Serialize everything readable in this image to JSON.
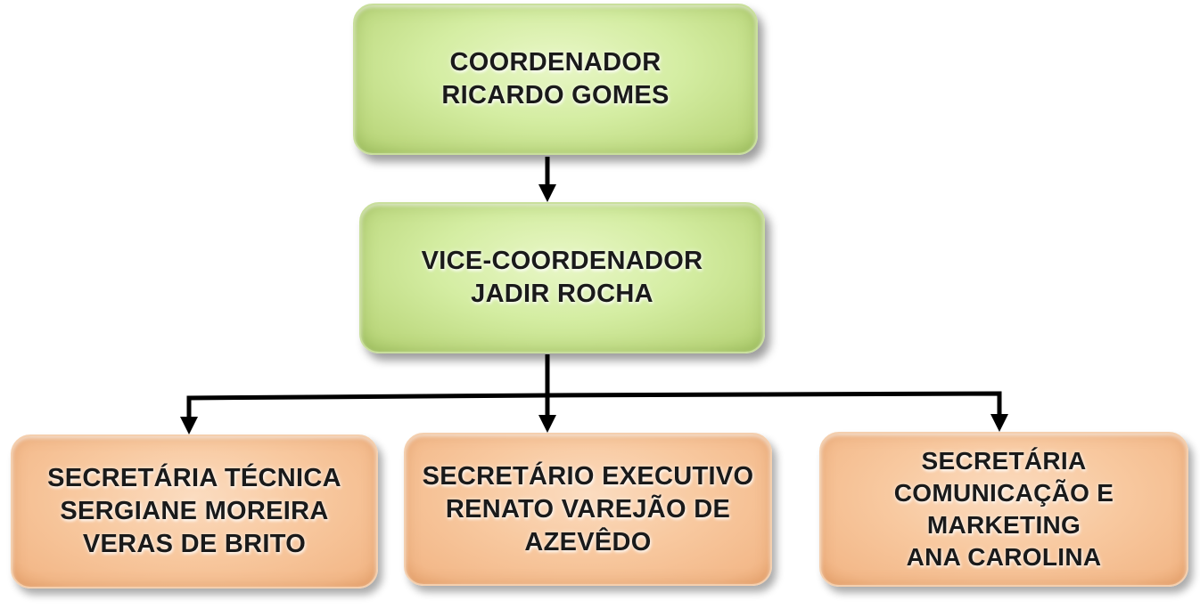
{
  "nodes": {
    "coordenador": {
      "lines": [
        "COORDENADOR",
        "RICARDO GOMES"
      ],
      "color": "#d4eda2"
    },
    "vice_coordenador": {
      "lines": [
        "VICE-COORDENADOR",
        "JADIR ROCHA"
      ],
      "color": "#d4eda2"
    },
    "secretaria_tecnica": {
      "lines": [
        "SECRETÁRIA TÉCNICA",
        "SERGIANE MOREIRA",
        "VERAS DE BRITO"
      ],
      "color": "#f8c9a0"
    },
    "secretario_executivo": {
      "lines": [
        "SECRETÁRIO EXECUTIVO",
        "RENATO VAREJÃO DE",
        "AZEVÊDO"
      ],
      "color": "#f8c9a0"
    },
    "secretaria_comunicacao": {
      "lines": [
        "SECRETÁRIA",
        "COMUNICAÇÃO E",
        "MARKETING",
        "ANA CAROLINA"
      ],
      "color": "#f8c9a0"
    }
  },
  "edges": [
    {
      "from": "coordenador",
      "to": "vice_coordenador"
    },
    {
      "from": "vice_coordenador",
      "to": "secretaria_tecnica"
    },
    {
      "from": "vice_coordenador",
      "to": "secretario_executivo"
    },
    {
      "from": "vice_coordenador",
      "to": "secretaria_comunicacao"
    }
  ]
}
